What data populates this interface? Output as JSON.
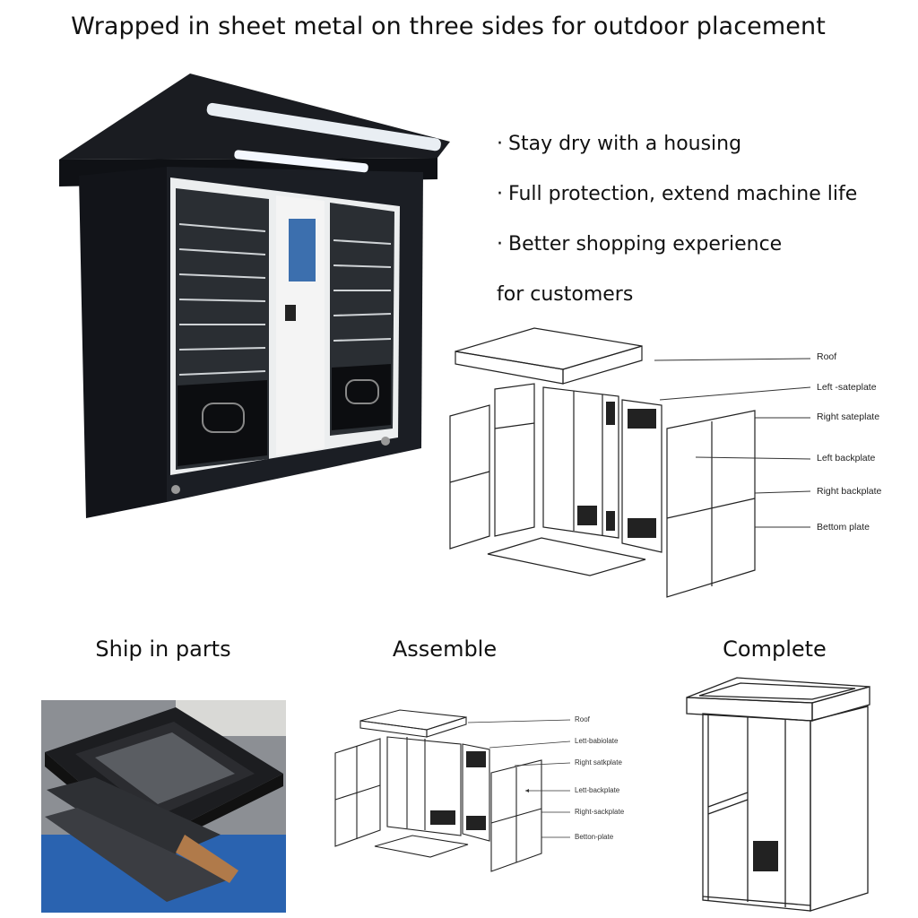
{
  "title": "Wrapped in sheet metal on three sides for outdoor placement",
  "bullets": [
    "Stay dry with a housing",
    "Full protection, extend machine life",
    "Better shopping experience"
  ],
  "bullet_continuation": "for customers",
  "exploded_labels": [
    "Roof",
    "Left -sateplate",
    "Right sateplate",
    "Left backplate",
    "Right backplate",
    "Bettom plate"
  ],
  "stages": [
    {
      "title": "Ship in parts"
    },
    {
      "title": "Assemble"
    },
    {
      "title": "Complete"
    }
  ],
  "assemble_labels": [
    "Roof",
    "Lett-babiolate",
    "Right satkplate",
    "Lett-backplate",
    "Right-sackplate",
    "Betton-plate"
  ],
  "colors": {
    "housing": "#16181d",
    "machine_body": "#f2f2f2",
    "glass": "#2a2e33",
    "floor_blue": "#2a63b0",
    "line": "#222222"
  }
}
